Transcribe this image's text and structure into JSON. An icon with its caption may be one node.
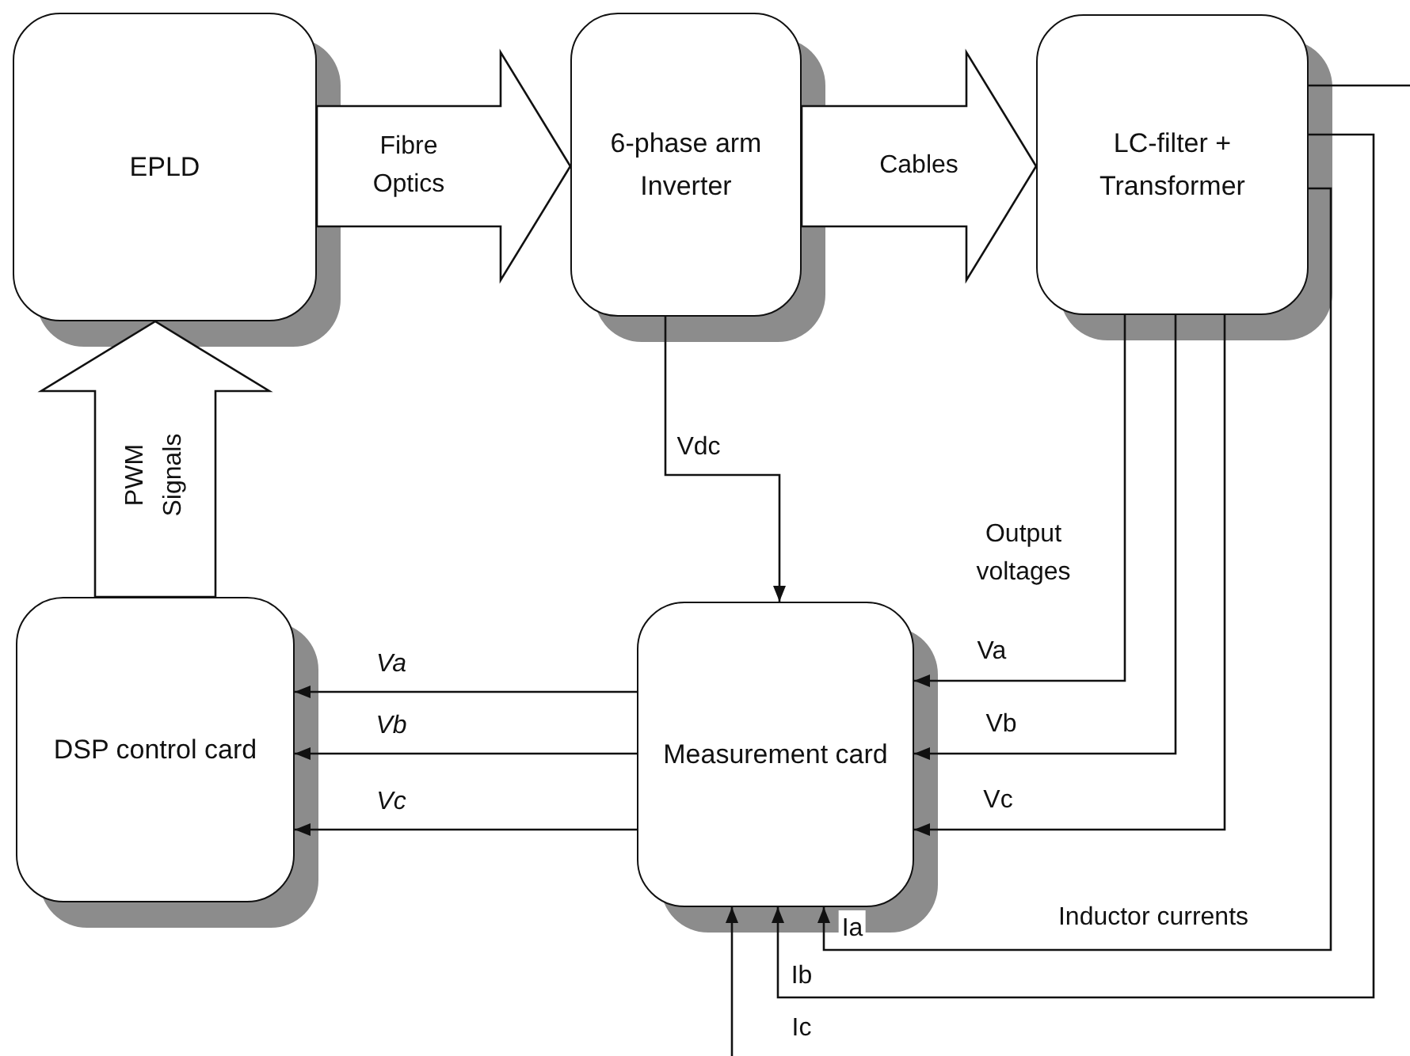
{
  "diagram": {
    "nodes": [
      {
        "text": [
          "EPLD"
        ]
      },
      {
        "text": [
          "6-phase arm Inverter"
        ]
      },
      {
        "text": [
          "LC-filter + Transformer"
        ]
      },
      {
        "text": [
          "DSP control card"
        ]
      },
      {
        "text": [
          "Measurement card"
        ]
      }
    ],
    "edges": [
      {
        "from": 0,
        "to": 1,
        "arrow": "to",
        "label": "Fibre Optics",
        "style": "thick"
      },
      {
        "from": 1,
        "to": 2,
        "arrow": "to",
        "label": "Cables",
        "style": "thick"
      },
      {
        "from": 3,
        "to": 0,
        "arrow": "to",
        "label": "PWM Signals",
        "style": "thick"
      },
      {
        "from": 1,
        "to": 4,
        "arrow": "to",
        "label": "Vdc"
      },
      {
        "from": 2,
        "to": 4,
        "arrow": "to",
        "label": "Va"
      },
      {
        "from": 2,
        "to": 4,
        "arrow": "to",
        "label": "Vb"
      },
      {
        "from": 2,
        "to": 4,
        "arrow": "to",
        "label": "Vc"
      },
      {
        "from": 4,
        "to": 3,
        "arrow": "to",
        "label": "Va"
      },
      {
        "from": 4,
        "to": 3,
        "arrow": "to",
        "label": "Vb"
      },
      {
        "from": 4,
        "to": 3,
        "arrow": "to",
        "label": "Vc"
      },
      {
        "from": 2,
        "to": 4,
        "arrow": "to",
        "label": "Ia"
      },
      {
        "from": 2,
        "to": 4,
        "arrow": "to",
        "label": "Ib"
      },
      {
        "from": null,
        "to": 4,
        "arrow": "to",
        "label": "Ic"
      },
      {
        "from": 2,
        "to": null,
        "arrow": "none"
      }
    ],
    "labels": [
      "Output voltages",
      "Inductor currents"
    ]
  }
}
